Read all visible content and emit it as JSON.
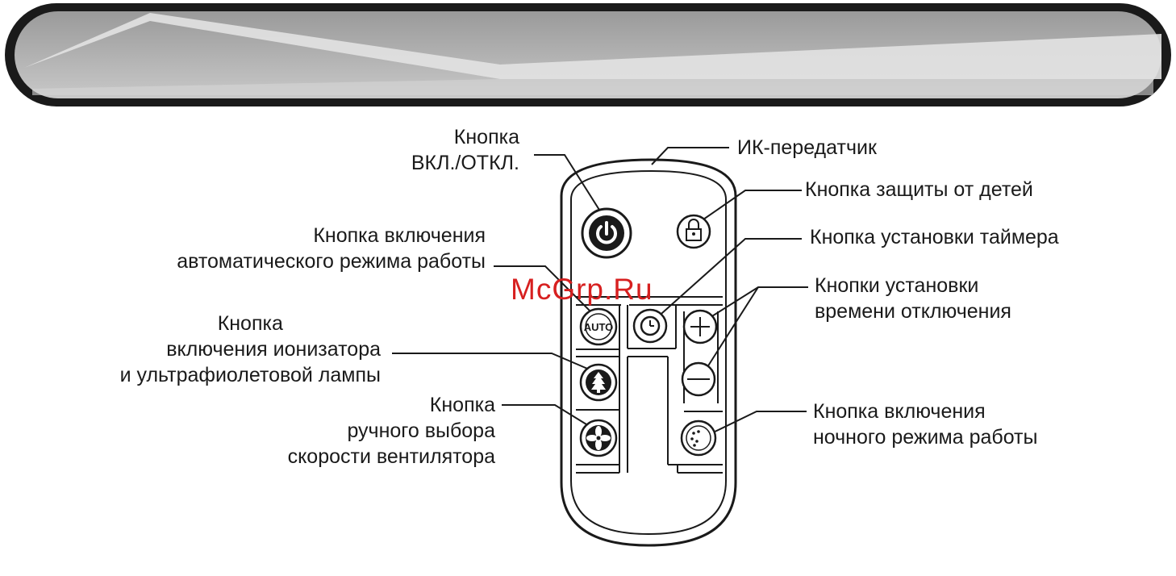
{
  "watermark": "McGrp.Ru",
  "labels": {
    "power": [
      "Кнопка",
      "ВКЛ./ОТКЛ."
    ],
    "ir": "ИК-передатчик",
    "child_lock": "Кнопка защиты от детей",
    "timer": "Кнопка установки таймера",
    "off_time": [
      "Кнопки установки",
      "времени отключения"
    ],
    "auto": [
      "Кнопка включения",
      "автоматического режима работы"
    ],
    "ionizer": [
      "Кнопка",
      "включения ионизатора",
      "и ультрафиолетовой лампы"
    ],
    "fan": [
      "Кнопка",
      "ручного выбора",
      "скорости вентилятора"
    ],
    "night": [
      "Кнопка включения",
      "ночного режима работы"
    ]
  },
  "buttons": {
    "auto_text": "AUTO"
  },
  "icons": [
    "power-icon",
    "lock-icon",
    "clock-icon",
    "plus-icon",
    "minus-icon",
    "tree-icon",
    "fan-icon",
    "stars-moon-icon"
  ]
}
